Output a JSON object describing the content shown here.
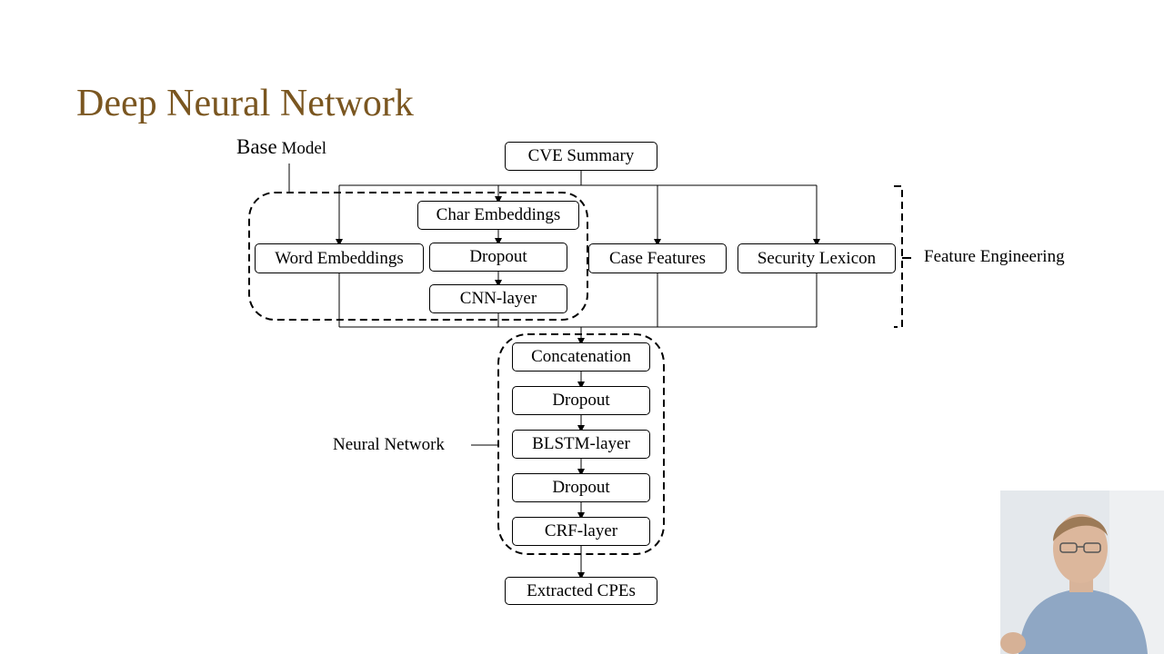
{
  "slide": {
    "title": "Deep Neural Network"
  },
  "diagram": {
    "base_model_label": {
      "big": "Base",
      "small": "Model"
    },
    "feature_engineering_label": "Feature Engineering",
    "neural_network_label": "Neural Network",
    "nodes": {
      "cve_summary": "CVE Summary",
      "char_embeddings": "Char Embeddings",
      "word_embeddings": "Word Embeddings",
      "dropout_1": "Dropout",
      "cnn_layer": "CNN-layer",
      "case_features": "Case Features",
      "security_lexicon": "Security Lexicon",
      "concatenation": "Concatenation",
      "dropout_2": "Dropout",
      "blstm_layer": "BLSTM-layer",
      "dropout_3": "Dropout",
      "crf_layer": "CRF-layer",
      "extracted_cpes": "Extracted CPEs"
    }
  },
  "webcam": {
    "icon": "presenter-video-feed"
  }
}
